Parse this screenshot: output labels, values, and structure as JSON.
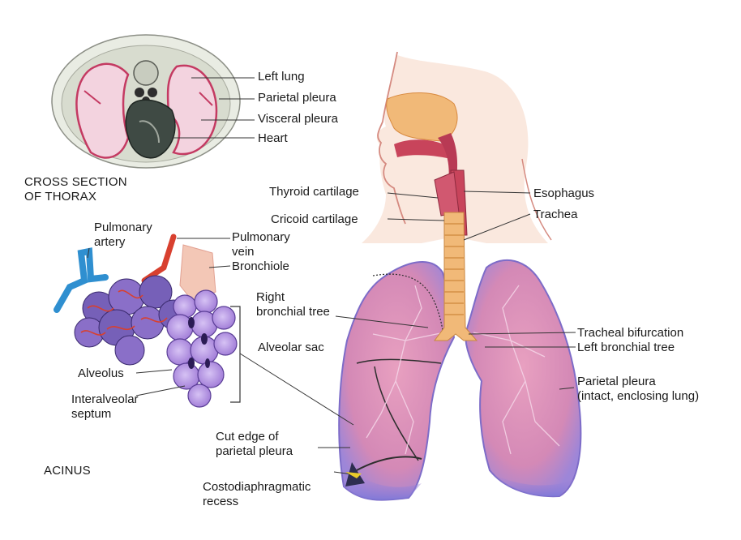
{
  "colors": {
    "lung_fill": "#d98fb5",
    "lung_edge": "#8e7ad0",
    "skin": "#f7d9c9",
    "trachea": "#f1b978",
    "artery": "#2f8fd0",
    "vein": "#d8402f",
    "pleura_line": "#c43a62",
    "alveolar_sac": "#b08ee0"
  },
  "sections": {
    "cross_section": {
      "caption_line1": "CROSS SECTION",
      "caption_line2": "OF THORAX"
    },
    "acinus": {
      "caption": "ACINUS"
    }
  },
  "labels": {
    "left_lung": "Left lung",
    "parietal_pleura_top": "Parietal pleura",
    "visceral_pleura": "Visceral pleura",
    "heart": "Heart",
    "thyroid_cartilage": "Thyroid cartilage",
    "cricoid_cartilage": "Cricoid cartilage",
    "esophagus": "Esophagus",
    "trachea": "Trachea",
    "pulmonary_artery_1": "Pulmonary",
    "pulmonary_artery_2": "artery",
    "pulmonary_vein_1": "Pulmonary",
    "pulmonary_vein_2": "vein",
    "bronchiole": "Bronchiole",
    "right_bronchial_tree_1": "Right",
    "right_bronchial_tree_2": "bronchial tree",
    "alveolar_sac": "Alveolar sac",
    "alveolus": "Alveolus",
    "interalveolar_septum_1": "Interalveolar",
    "interalveolar_septum_2": "septum",
    "tracheal_bifurcation": "Tracheal bifurcation",
    "left_bronchial_tree": "Left bronchial tree",
    "parietal_pleura_1": "Parietal pleura",
    "parietal_pleura_2": "(intact, enclosing lung)",
    "cut_edge_1": "Cut edge of",
    "cut_edge_2": "parietal pleura",
    "costodiaphragmatic_1": "Costodiaphragmatic",
    "costodiaphragmatic_2": "recess"
  }
}
